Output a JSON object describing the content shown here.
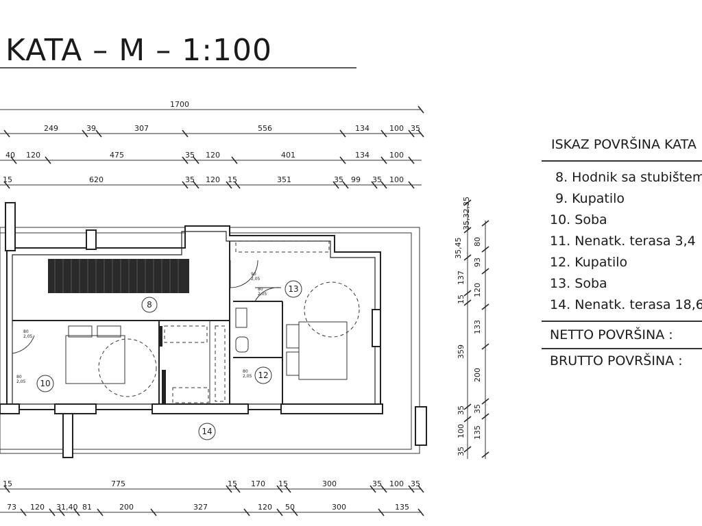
{
  "title": "KATA – M – 1:100",
  "rooms": {
    "r8": "8",
    "r10": "10",
    "r12": "12",
    "r13": "13",
    "r14": "14"
  },
  "dims": {
    "top_total": "1700",
    "row1": [
      "249",
      "39",
      "307",
      "556",
      "134",
      "100",
      "35"
    ],
    "row2": [
      "40",
      "120",
      "475",
      "35",
      "120",
      "401",
      "134",
      "100"
    ],
    "row3": [
      "15",
      "620",
      "35",
      "120",
      "15",
      "351",
      "35",
      "99",
      "35",
      "100"
    ],
    "right_a": [
      "35,45",
      "35,32,35",
      "80",
      "137",
      "93",
      "15",
      "120",
      "133",
      "359",
      "200",
      "35",
      "35",
      "100",
      "135",
      "35"
    ],
    "bottom1": [
      "15",
      "775",
      "15",
      "170",
      "15",
      "300",
      "35",
      "100",
      "35"
    ],
    "bottom2": [
      "73",
      "120",
      "31,40",
      "81",
      "200",
      "327",
      "120",
      "50",
      "300",
      "135"
    ],
    "small": [
      "90",
      "2,05",
      "80",
      "2,05",
      "80",
      "2,05",
      "80",
      "2,05",
      "80",
      "2,05"
    ]
  },
  "legend": {
    "heading": "ISKAZ POVRŠINA KATA :",
    "items": [
      "8. Hodnik sa stubištem",
      "9. Kupatilo",
      "10. Soba",
      "11. Nenatk. terasa      3,4",
      "12. Kupatilo",
      "13. Soba",
      "14. Nenatk. terasa   18,6"
    ],
    "netto": "NETTO POVRŠINA :",
    "brutto": "BRUTTO POVRŠINA :"
  }
}
